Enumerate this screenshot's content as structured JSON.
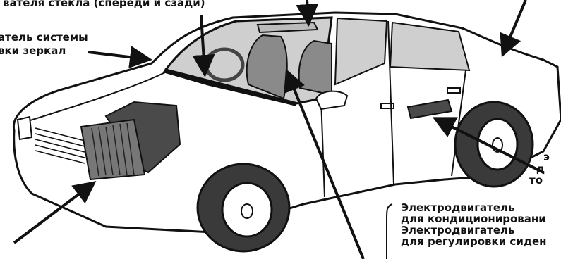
{
  "labels": {
    "top_cut": "вателя стекла (спереди и сзади)",
    "mirror_line1": "атель системы",
    "mirror_line2": "вки зеркал",
    "ac_line1": "Электродвигатель",
    "ac_line2": "для кондиционировани",
    "seat_line1": "Электродвигатель",
    "seat_line2": "для регулировки сиден",
    "right_cut1": "э",
    "right_cut2": "д",
    "right_cut3": "то"
  },
  "colors": {
    "outline": "#111111",
    "glass": "#cfcfcf",
    "interior": "#8a8a8a",
    "tire": "#3a3a3a",
    "motor": "#4a4a4a"
  }
}
